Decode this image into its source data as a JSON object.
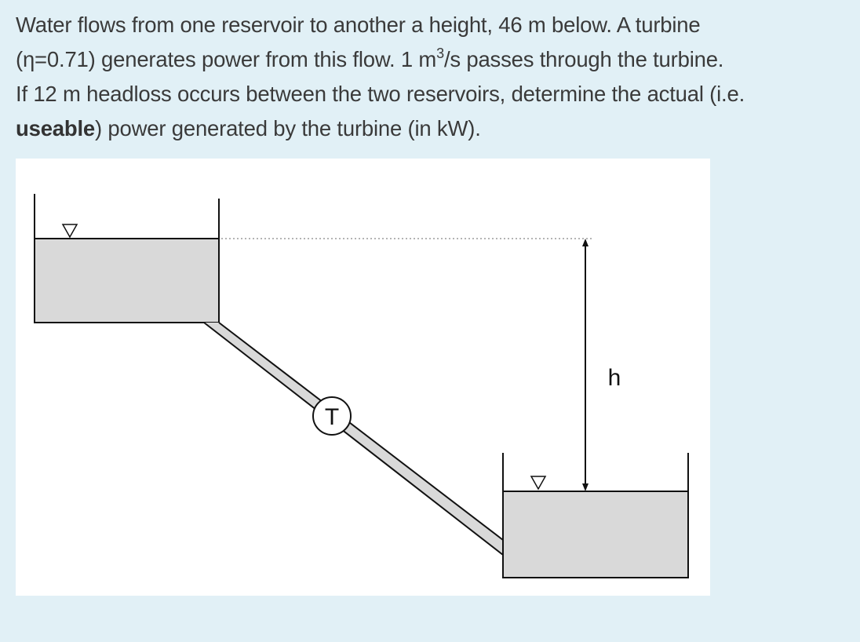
{
  "question": {
    "line1": "Water flows from one reservoir to another a height, 46 m below. A turbine",
    "line2_a": "(η=0.71) generates power from this flow.  1 m",
    "line2_sup": "3",
    "line2_b": "/s passes through the turbine.",
    "line3": "If 12 m headloss occurs between the  two reservoirs, determine the actual (i.e.",
    "line4_bold": "useable",
    "line4_rest": ") power generated by the turbine (in kW)."
  },
  "figure": {
    "turbine_label": "T",
    "height_label": "h",
    "water_color": "#d9d9d9"
  }
}
